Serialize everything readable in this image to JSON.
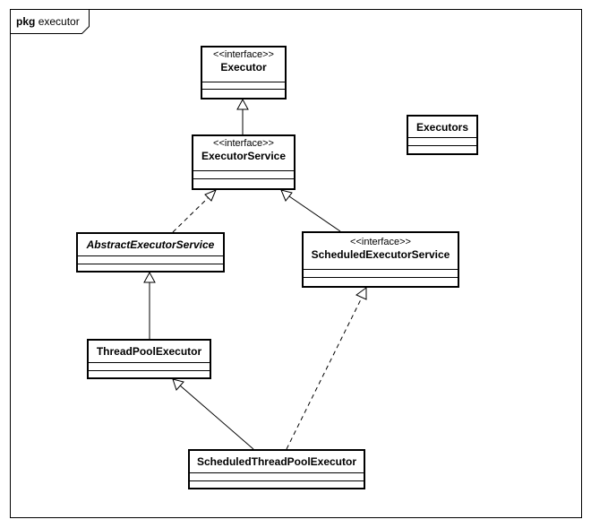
{
  "package": {
    "keyword": "pkg",
    "name": "executor"
  },
  "classes": {
    "executor": {
      "stereotype": "<<interface>>",
      "name": "Executor"
    },
    "executor_service": {
      "stereotype": "<<interface>>",
      "name": "ExecutorService"
    },
    "executors": {
      "name": "Executors"
    },
    "abstract_executor_service": {
      "name": "AbstractExecutorService"
    },
    "scheduled_executor_service": {
      "stereotype": "<<interface>>",
      "name": "ScheduledExecutorService"
    },
    "thread_pool_executor": {
      "name": "ThreadPoolExecutor"
    },
    "scheduled_thread_pool_executor": {
      "name": "ScheduledThreadPoolExecutor"
    }
  },
  "relationships": [
    {
      "from": "ExecutorService",
      "to": "Executor",
      "type": "generalization"
    },
    {
      "from": "AbstractExecutorService",
      "to": "ExecutorService",
      "type": "realization"
    },
    {
      "from": "ScheduledExecutorService",
      "to": "ExecutorService",
      "type": "generalization"
    },
    {
      "from": "ThreadPoolExecutor",
      "to": "AbstractExecutorService",
      "type": "generalization"
    },
    {
      "from": "ScheduledThreadPoolExecutor",
      "to": "ThreadPoolExecutor",
      "type": "generalization"
    },
    {
      "from": "ScheduledThreadPoolExecutor",
      "to": "ScheduledExecutorService",
      "type": "realization"
    }
  ]
}
